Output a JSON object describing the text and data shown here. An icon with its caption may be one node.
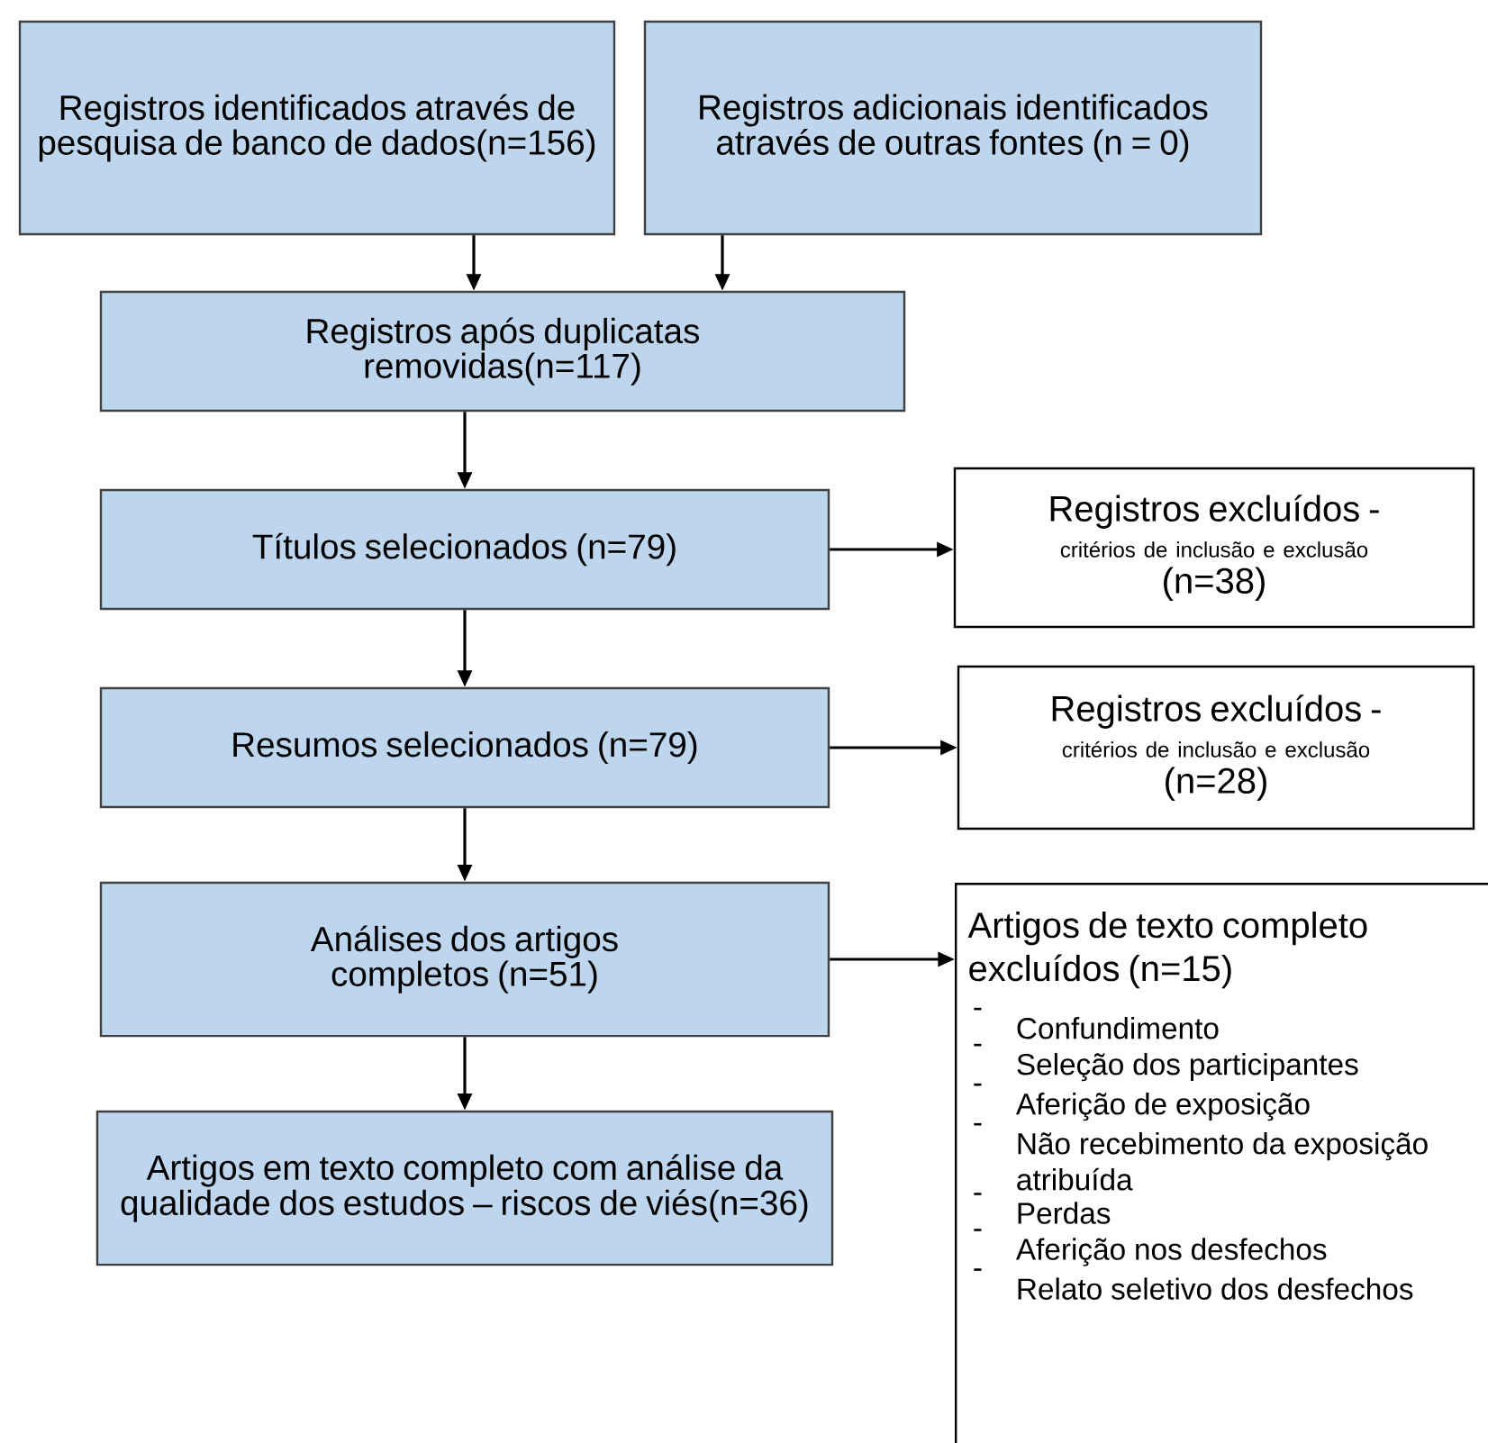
{
  "diagram": {
    "nodes": [
      {
        "text": [
          "Registros identificados através de pesquisa de banco de dados(n=156)"
        ]
      },
      {
        "text": [
          "Registros adicionais identificados através de outras fontes (n = 0)"
        ]
      },
      {
        "text": [
          "Registros após duplicatas removidas(n=117)"
        ]
      },
      {
        "text": [
          "Títulos selecionados (n=79)"
        ]
      },
      {
        "text": [
          "Registros excluídos -",
          "critérios de inclusão e exclusão",
          "(n=38)"
        ]
      },
      {
        "text": [
          "Resumos selecionados (n=79)"
        ]
      },
      {
        "text": [
          "Registros excluídos -",
          "critérios de inclusão e exclusão",
          "(n=28)"
        ]
      },
      {
        "text": [
          "Análises dos artigos completos (n=51)"
        ]
      },
      {
        "text": [
          "Artigos em texto completo com análise da qualidade dos estudos – riscos de viés(n=36)"
        ]
      },
      {
        "text": [
          "Artigos de texto completo excluídos (n=15)",
          "-",
          "Confundimento",
          "-",
          "Seleção dos participantes",
          "-",
          "Aferição de exposição",
          "-",
          "Não recebimento da exposição atribuída",
          "-",
          "Perdas",
          "-",
          "Aferição nos desfechos",
          "-",
          "Relato seletivo dos desfechos"
        ]
      }
    ],
    "edges": [
      {
        "from": 0,
        "to": 2,
        "arrow": "to"
      },
      {
        "from": 1,
        "to": 2,
        "arrow": "to"
      },
      {
        "from": 2,
        "to": 3,
        "arrow": "to"
      },
      {
        "from": 3,
        "to": 4,
        "arrow": "to"
      },
      {
        "from": 3,
        "to": 5,
        "arrow": "to"
      },
      {
        "from": 5,
        "to": 6,
        "arrow": "to"
      },
      {
        "from": 5,
        "to": 7,
        "arrow": "to"
      },
      {
        "from": 7,
        "to": 9,
        "arrow": "to"
      },
      {
        "from": 7,
        "to": 8,
        "arrow": "to"
      }
    ]
  }
}
